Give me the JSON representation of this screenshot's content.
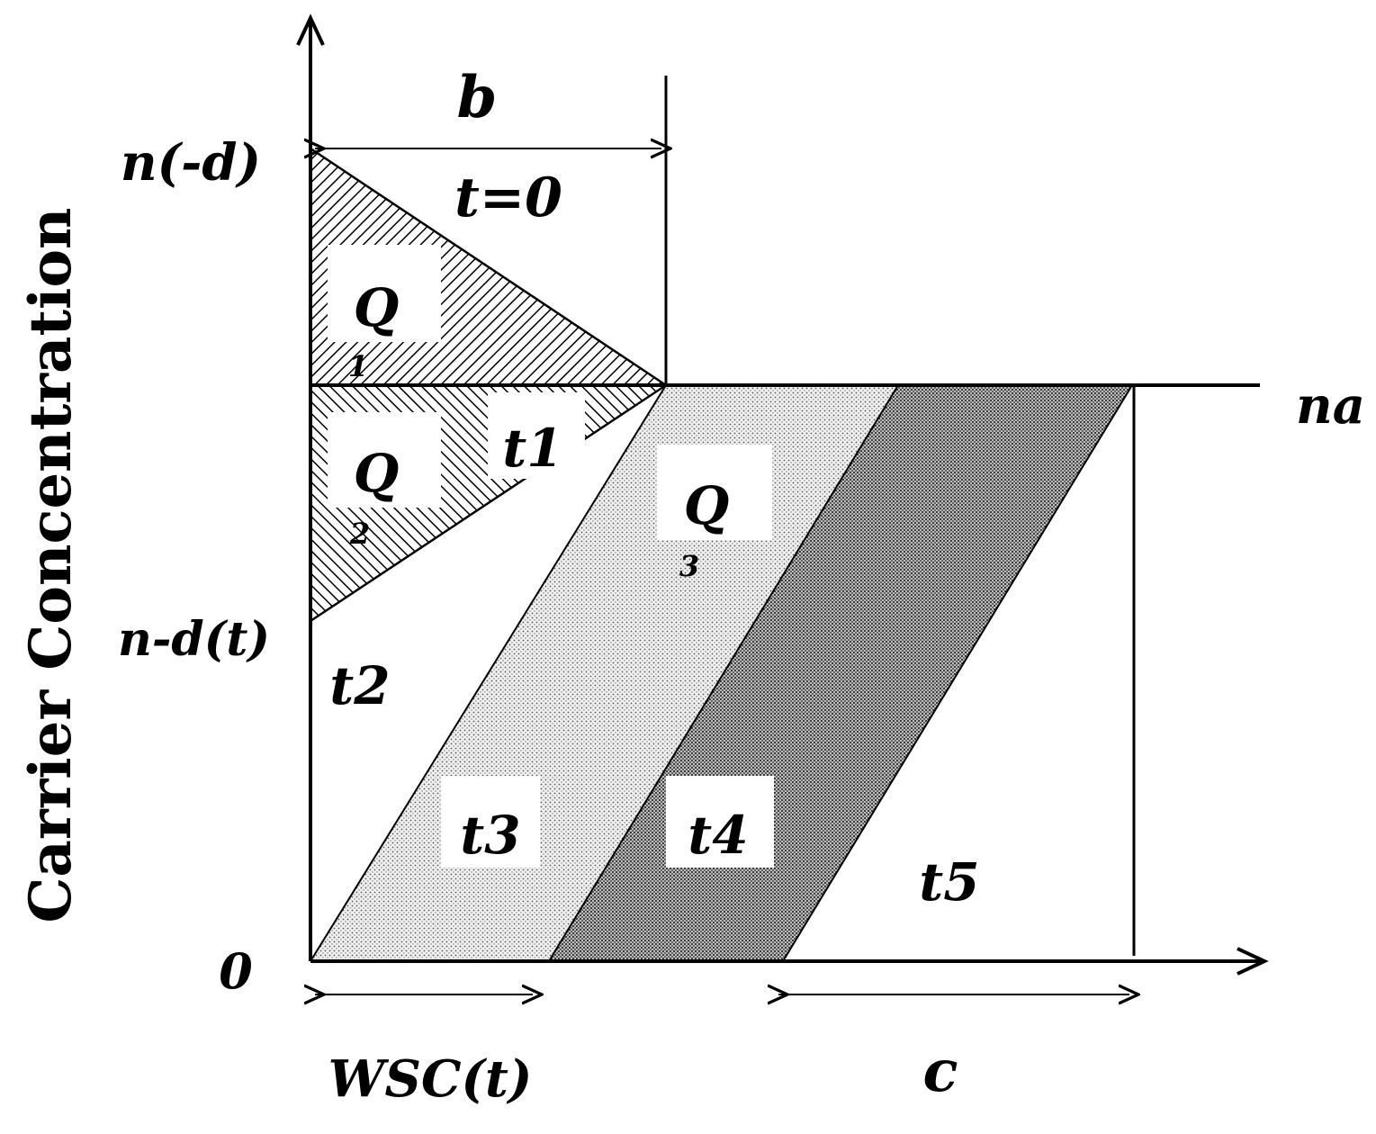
{
  "labels": {
    "y_axis_title": "Carrier Concentration",
    "y_top": "n(-d)",
    "y_mid": "n-d(t)",
    "y_zero": "0",
    "right_level": "na",
    "width_b": "b",
    "time_zero": "t=0",
    "q1": "Q",
    "q1_sub": "1",
    "q2": "Q",
    "q2_sub": "2",
    "q3": "Q",
    "q3_sub": "3",
    "t1": "t1",
    "t2": "t2",
    "t3": "t3",
    "t4": "t4",
    "t5": "t5",
    "wsc": "WSC(t)",
    "width_c": "c"
  },
  "colors": {
    "ink": "#000000",
    "q3_fill": "#d9d9d9",
    "q4_fill": "#8c8c8c"
  }
}
